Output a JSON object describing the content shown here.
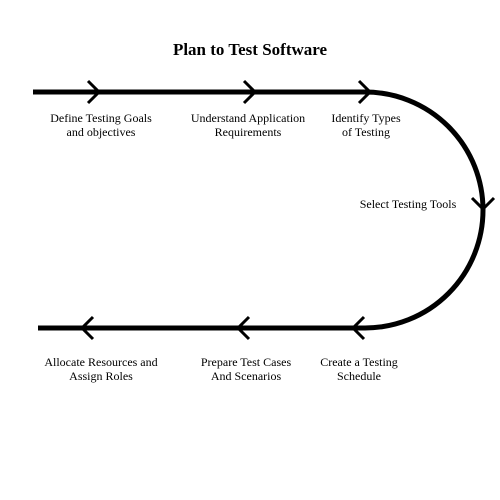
{
  "title": "Plan to Test Software",
  "steps": [
    {
      "id": "define-goals",
      "label": "Define Testing Goals\nand objectives"
    },
    {
      "id": "understand-requirements",
      "label": "Understand Application\nRequirements"
    },
    {
      "id": "identify-types",
      "label": "Identify Types\nof Testing"
    },
    {
      "id": "select-tools",
      "label": "Select Testing Tools"
    },
    {
      "id": "create-schedule",
      "label": "Create a Testing\nSchedule"
    },
    {
      "id": "prepare-cases",
      "label": "Prepare Test Cases\nAnd Scenarios"
    },
    {
      "id": "allocate-resources",
      "label": "Allocate Resources and\nAssign Roles"
    }
  ],
  "colors": {
    "line": "#000000",
    "background": "#ffffff",
    "text": "#000000"
  }
}
